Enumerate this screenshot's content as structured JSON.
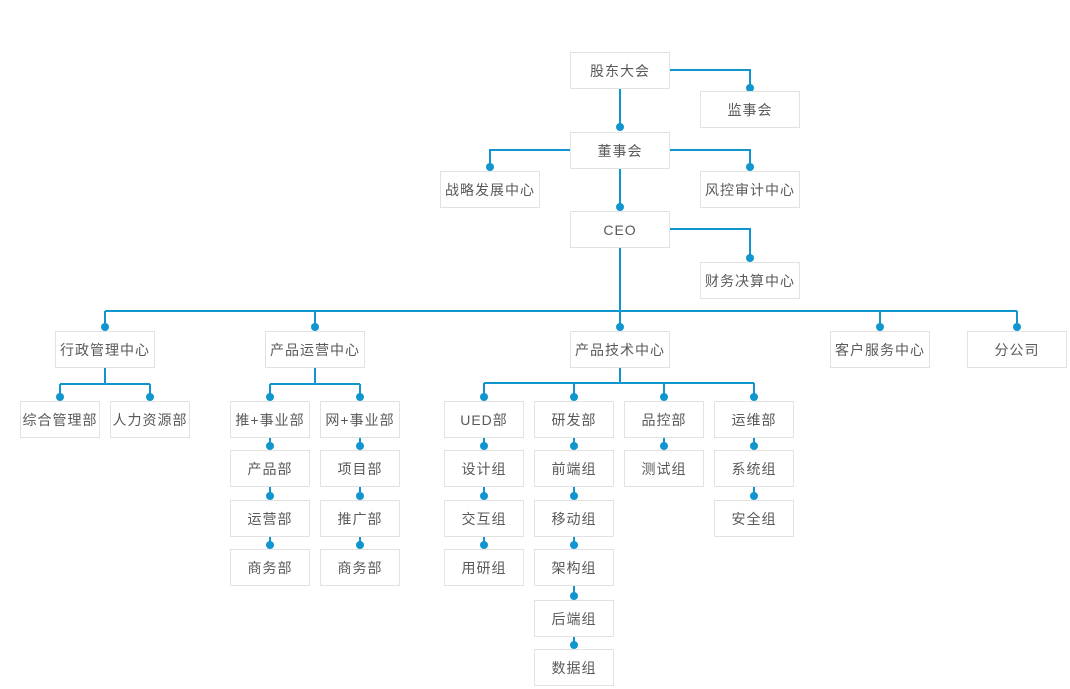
{
  "colors": {
    "connector": "#1095ce",
    "node_border": "#e2e2e2",
    "node_bg": "#ffffff",
    "node_text": "#595959",
    "canvas_bg": "#ffffff"
  },
  "org": {
    "type": "org-chart",
    "nodes": {
      "shareholders_meeting": "股东大会",
      "supervisory_board": "监事会",
      "board_of_directors": "董事会",
      "strategy_center": "战略发展中心",
      "risk_audit_center": "风控审计中心",
      "ceo": "CEO",
      "finance_center": "财务决算中心",
      "admin_center": "行政管理中心",
      "product_ops_center": "产品运营中心",
      "product_tech_center": "产品技术中心",
      "customer_service_center": "客户服务中心",
      "branch_company": "分公司",
      "general_admin_dept": "综合管理部",
      "hr_dept": "人力资源部",
      "tui_division": "推+事业部",
      "wang_division": "网+事业部",
      "product_dept": "产品部",
      "project_dept": "项目部",
      "operations_dept": "运营部",
      "promotion_dept": "推广部",
      "business_dept_1": "商务部",
      "business_dept_2": "商务部",
      "ued_dept": "UED部",
      "rd_dept": "研发部",
      "qc_dept": "品控部",
      "om_dept": "运维部",
      "design_team": "设计组",
      "interaction_team": "交互组",
      "user_research_team": "用研组",
      "frontend_team": "前端组",
      "mobile_team": "移动组",
      "architecture_team": "架构组",
      "backend_team": "后端组",
      "data_team": "数据组",
      "testing_team": "测试组",
      "system_team": "系统组",
      "security_team": "安全组"
    },
    "edges": [
      [
        "shareholders_meeting",
        "supervisory_board"
      ],
      [
        "shareholders_meeting",
        "board_of_directors"
      ],
      [
        "board_of_directors",
        "strategy_center"
      ],
      [
        "board_of_directors",
        "risk_audit_center"
      ],
      [
        "board_of_directors",
        "ceo"
      ],
      [
        "ceo",
        "finance_center"
      ],
      [
        "ceo",
        "admin_center"
      ],
      [
        "ceo",
        "product_ops_center"
      ],
      [
        "ceo",
        "product_tech_center"
      ],
      [
        "ceo",
        "customer_service_center"
      ],
      [
        "ceo",
        "branch_company"
      ],
      [
        "admin_center",
        "general_admin_dept"
      ],
      [
        "admin_center",
        "hr_dept"
      ],
      [
        "product_ops_center",
        "tui_division"
      ],
      [
        "product_ops_center",
        "wang_division"
      ],
      [
        "tui_division",
        "product_dept"
      ],
      [
        "product_dept",
        "operations_dept"
      ],
      [
        "operations_dept",
        "business_dept_1"
      ],
      [
        "wang_division",
        "project_dept"
      ],
      [
        "project_dept",
        "promotion_dept"
      ],
      [
        "promotion_dept",
        "business_dept_2"
      ],
      [
        "product_tech_center",
        "ued_dept"
      ],
      [
        "product_tech_center",
        "rd_dept"
      ],
      [
        "product_tech_center",
        "qc_dept"
      ],
      [
        "product_tech_center",
        "om_dept"
      ],
      [
        "ued_dept",
        "design_team"
      ],
      [
        "design_team",
        "interaction_team"
      ],
      [
        "interaction_team",
        "user_research_team"
      ],
      [
        "rd_dept",
        "frontend_team"
      ],
      [
        "frontend_team",
        "mobile_team"
      ],
      [
        "mobile_team",
        "architecture_team"
      ],
      [
        "architecture_team",
        "backend_team"
      ],
      [
        "backend_team",
        "data_team"
      ],
      [
        "qc_dept",
        "testing_team"
      ],
      [
        "om_dept",
        "system_team"
      ],
      [
        "system_team",
        "security_team"
      ]
    ]
  }
}
